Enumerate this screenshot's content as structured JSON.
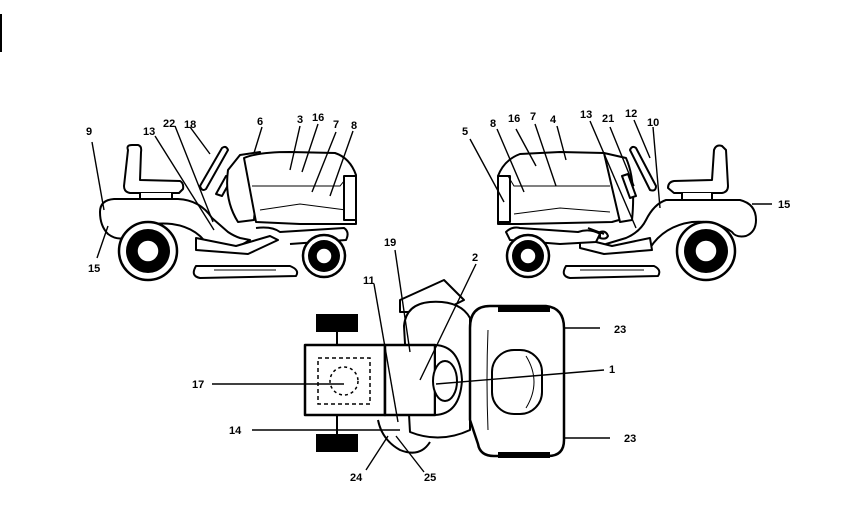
{
  "header": {
    "left_fragment_1": "··",
    "left_fragment_2": "·· ·····",
    "left_fragment_3": "····· ······",
    "right_fragment_1": "·",
    "right_fragment_2": "· ······",
    "right_fragment_3": "········ ·········"
  },
  "callouts": {
    "left_view": [
      "9",
      "13",
      "22",
      "18",
      "6",
      "3",
      "16",
      "7",
      "8",
      "15"
    ],
    "right_view": [
      "5",
      "8",
      "16",
      "7",
      "4",
      "13",
      "21",
      "12",
      "10",
      "15"
    ],
    "top_view": [
      "19",
      "2",
      "11",
      "23",
      "1",
      "17",
      "14",
      "23",
      "24",
      "25"
    ]
  }
}
